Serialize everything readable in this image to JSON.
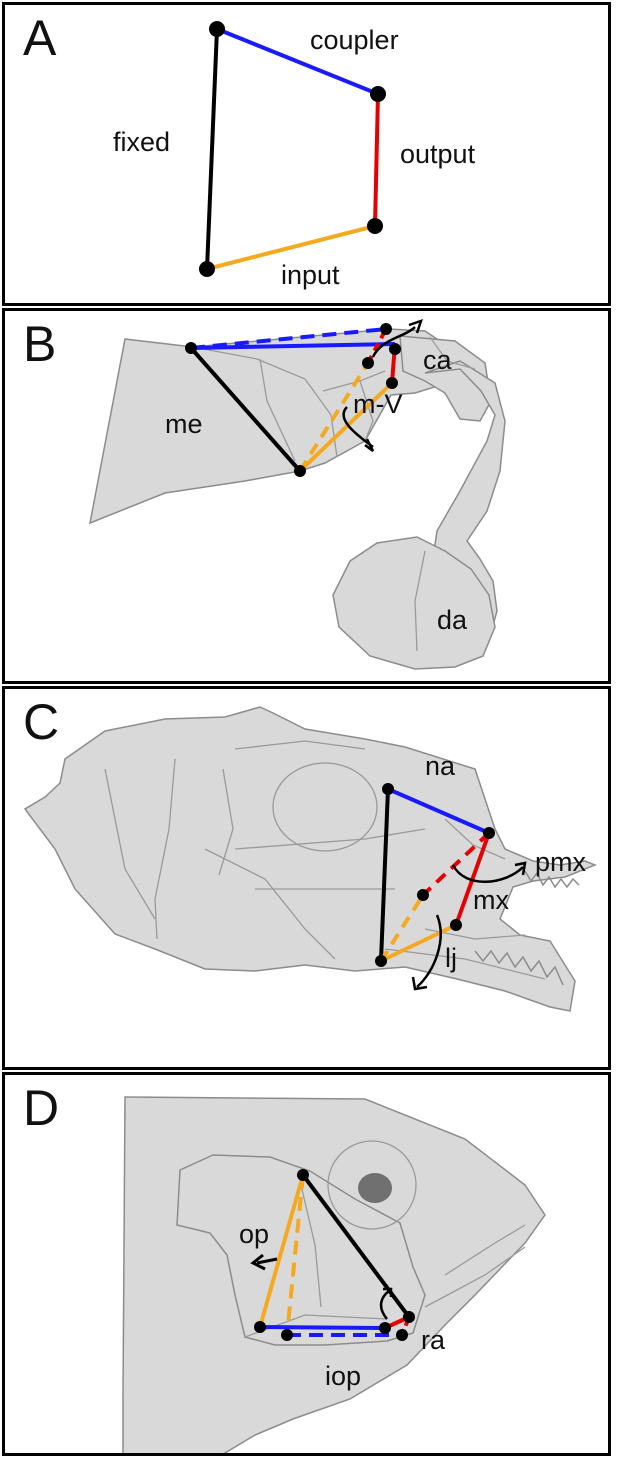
{
  "panels": {
    "a": {
      "letter": "A",
      "labels": {
        "coupler": "coupler",
        "fixed": "fixed",
        "output": "output",
        "input": "input"
      }
    },
    "b": {
      "letter": "B",
      "labels": {
        "ca": "ca",
        "me": "me",
        "mv": "m-V",
        "da": "da"
      }
    },
    "c": {
      "letter": "C",
      "labels": {
        "na": "na",
        "pmx": "pmx",
        "mx": "mx",
        "lj": "lj"
      }
    },
    "d": {
      "letter": "D",
      "labels": {
        "op": "op",
        "ra": "ra",
        "iop": "iop"
      }
    }
  },
  "colors": {
    "fixed": "#000000",
    "coupler": "#1a1aff",
    "output": "#e60000",
    "input": "#f5a91f",
    "bone_fill": "#d9d9d9",
    "bone_stroke": "#8c8c8c"
  }
}
